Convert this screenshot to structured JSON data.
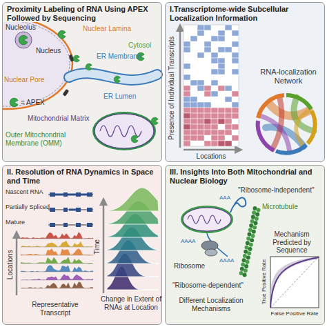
{
  "diagram": {
    "nodes": [
      {
        "text": [
          "Proximity Labeling of RNA Using APEX Followed by Sequencing"
        ]
      },
      {
        "text": [
          "I.Transcriptome-wide Subcellular Localization Information"
        ]
      },
      {
        "text": [
          "II. Resolution of RNA Dynamics in Space and Time"
        ]
      },
      {
        "text": [
          "III. Insights Into Both Mitochondrial and Nuclear Biology"
        ]
      }
    ],
    "labels": [
      "Nucleolus",
      "Nucleus",
      "Nuclear Lamina",
      "Cytosol",
      "Nuclear Pore",
      "ER Membrane",
      "ER Lumen",
      "= APEX",
      "Mitochondrial Matrix",
      "Outer Mitochondrial Membrane (OMM)",
      "Presence of Individual Transcripts",
      "Locations",
      "RNA-localization Network",
      "Nascent RNA",
      "Partially Spliced",
      "Mature",
      "Locations",
      "Representative Transcript",
      "Time",
      "Change in Extent of RNAs at Location",
      "\"Ribosome-independent\"",
      "AAA",
      "Microtubule",
      "AAAA",
      "Ribosome",
      "AAAA",
      "\"Ribosome-dependent\"",
      "Different Localization Mechanisms",
      "Mechanism Predicted by Sequence",
      "True Positive Rate",
      "False Positive Rate"
    ]
  }
}
